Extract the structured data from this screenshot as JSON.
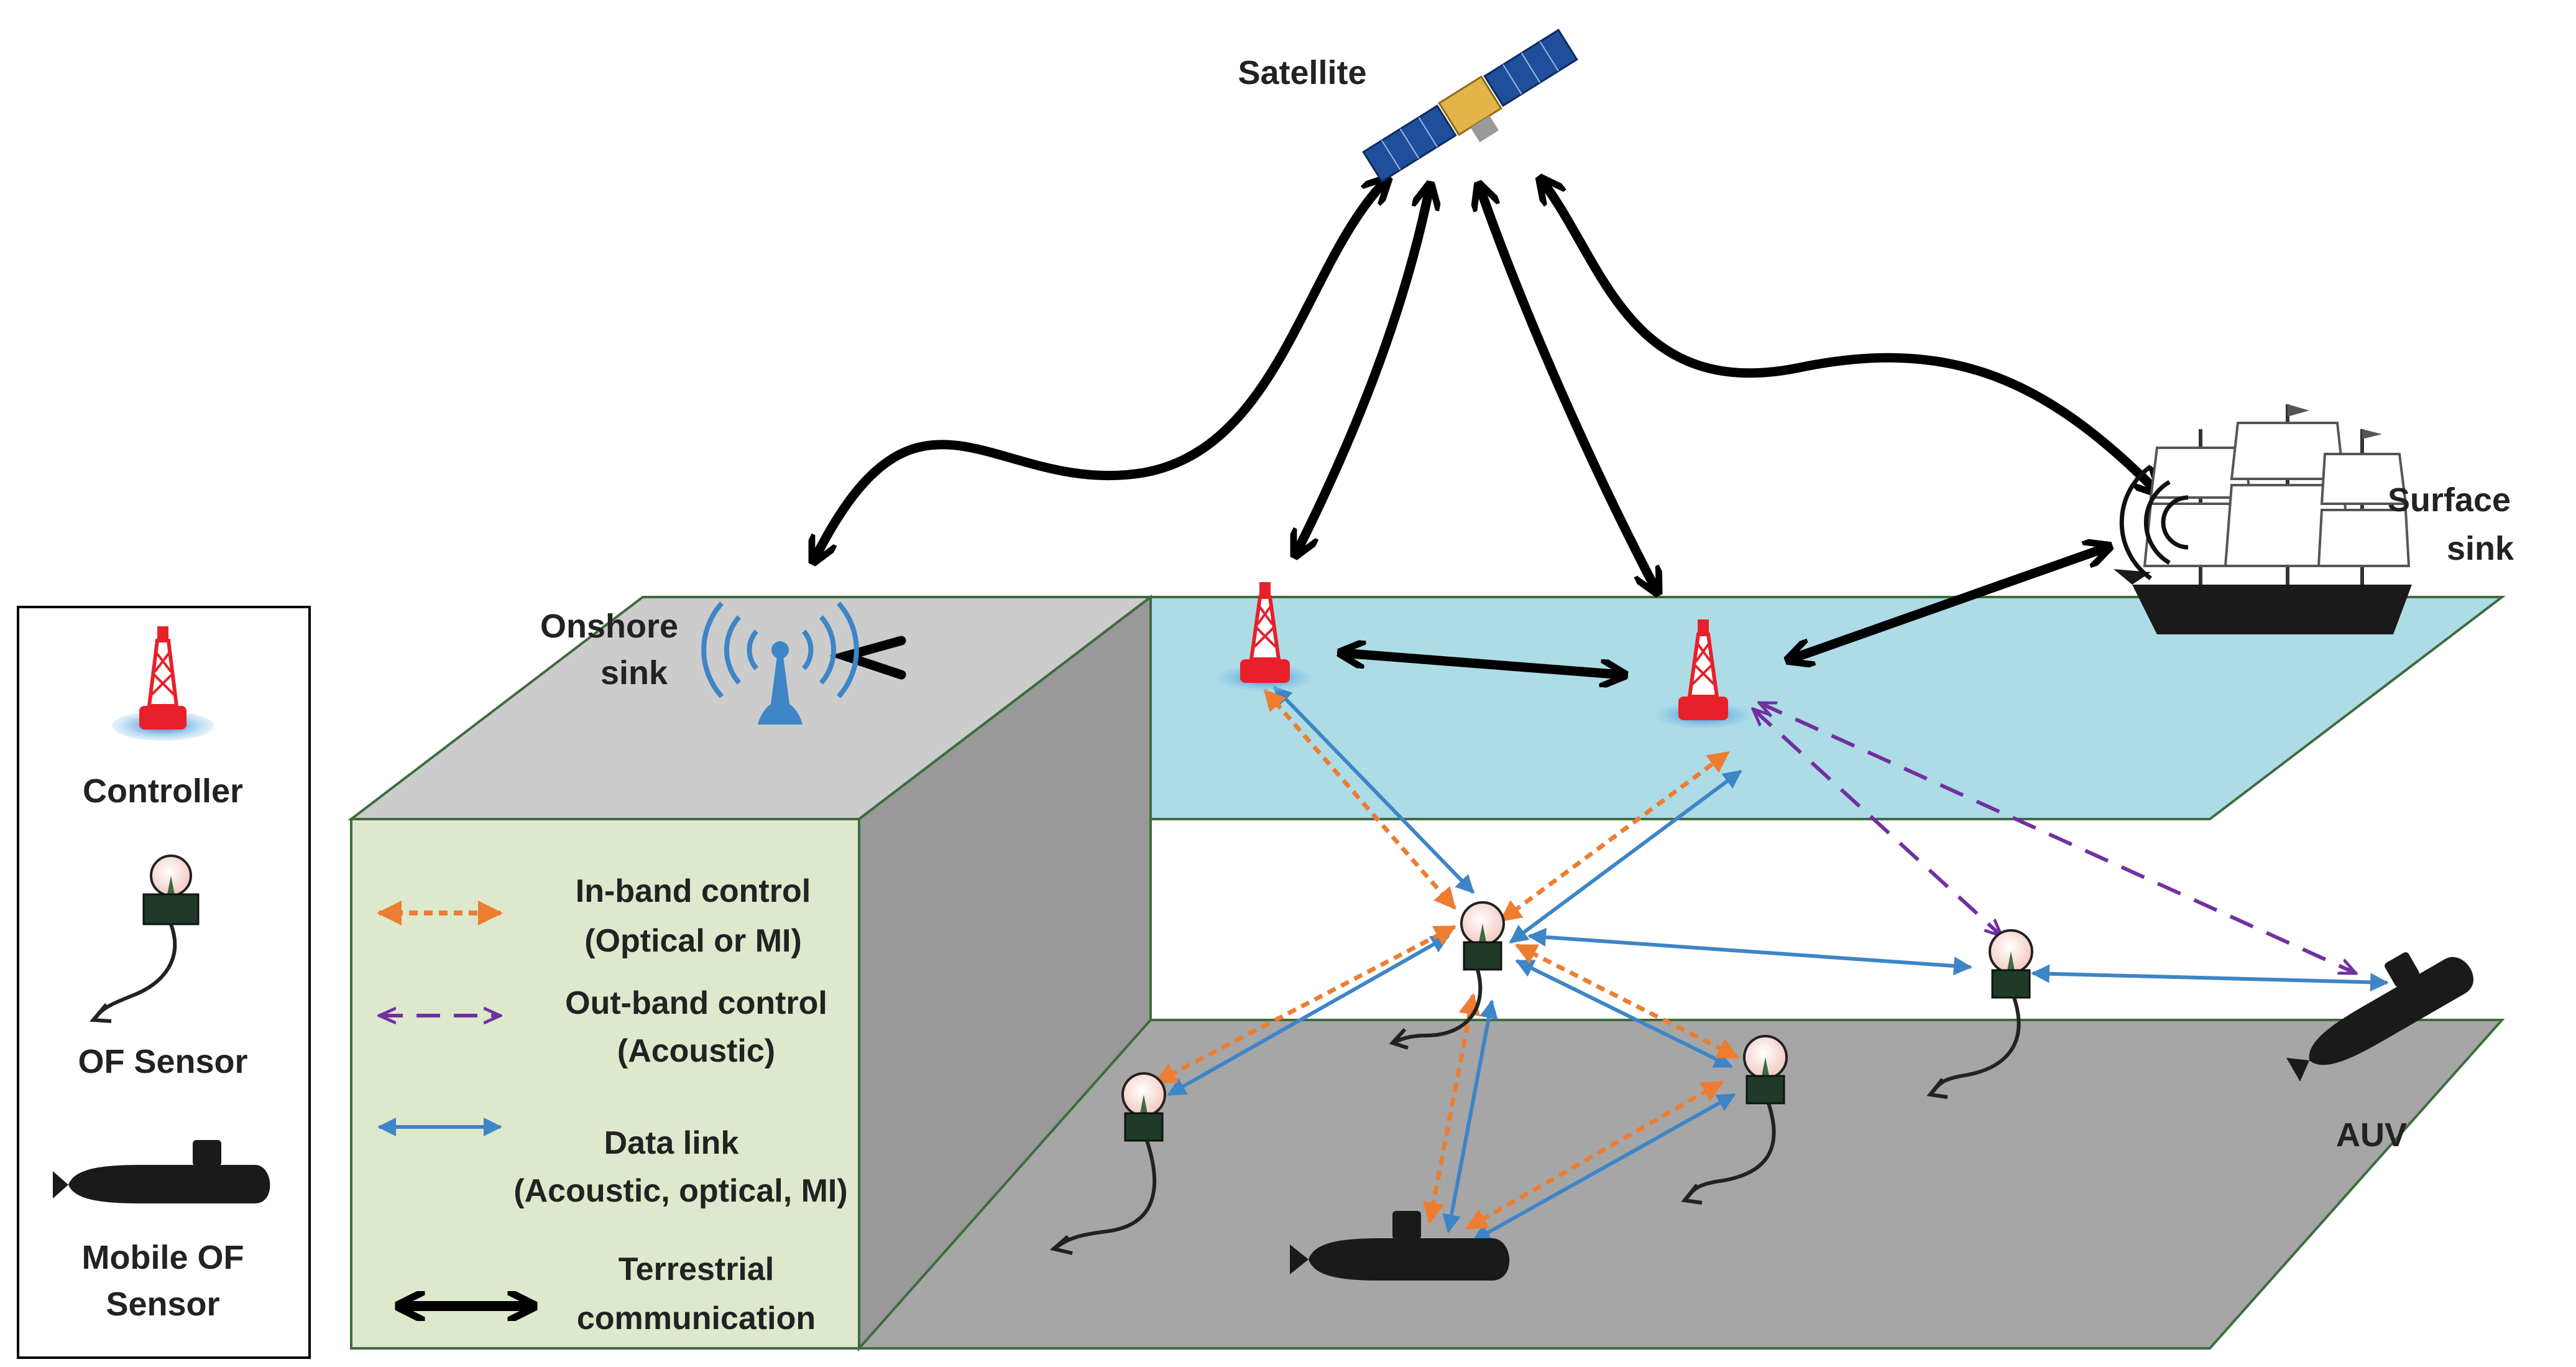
{
  "labels": {
    "satellite": "Satellite",
    "onshore_sink_line1": "Onshore",
    "onshore_sink_line2": "sink",
    "surface_sink_line1": "Surface",
    "surface_sink_line2": "sink",
    "auv": "AUV"
  },
  "side_legend": {
    "controller": "Controller",
    "of_sensor": "OF Sensor",
    "mobile_line1": "Mobile OF",
    "mobile_line2": "Sensor"
  },
  "link_legend": {
    "inband_line1": "In-band control",
    "inband_line2": "(Optical or MI)",
    "outband_line1": "Out-band control",
    "outband_line2": "(Acoustic)",
    "data_line1": "Data link",
    "data_line2": "(Acoustic, optical, MI)",
    "terrestrial_line1": "Terrestrial",
    "terrestrial_line2": "communication"
  },
  "colors": {
    "inband": "#ED7D31",
    "outband": "#7030A0",
    "data": "#3D85C6",
    "terrestrial": "#000000",
    "sea_surface": "#ADDCE6",
    "seabed": "#999999",
    "land": "#CCCCCC",
    "legend_panel": "#DDE8CC",
    "controller_red": "#E8202A"
  },
  "icons": [
    "satellite-icon",
    "radio-tower-icon",
    "buoy-icon",
    "sensor-icon",
    "submarine-icon",
    "ship-icon"
  ]
}
